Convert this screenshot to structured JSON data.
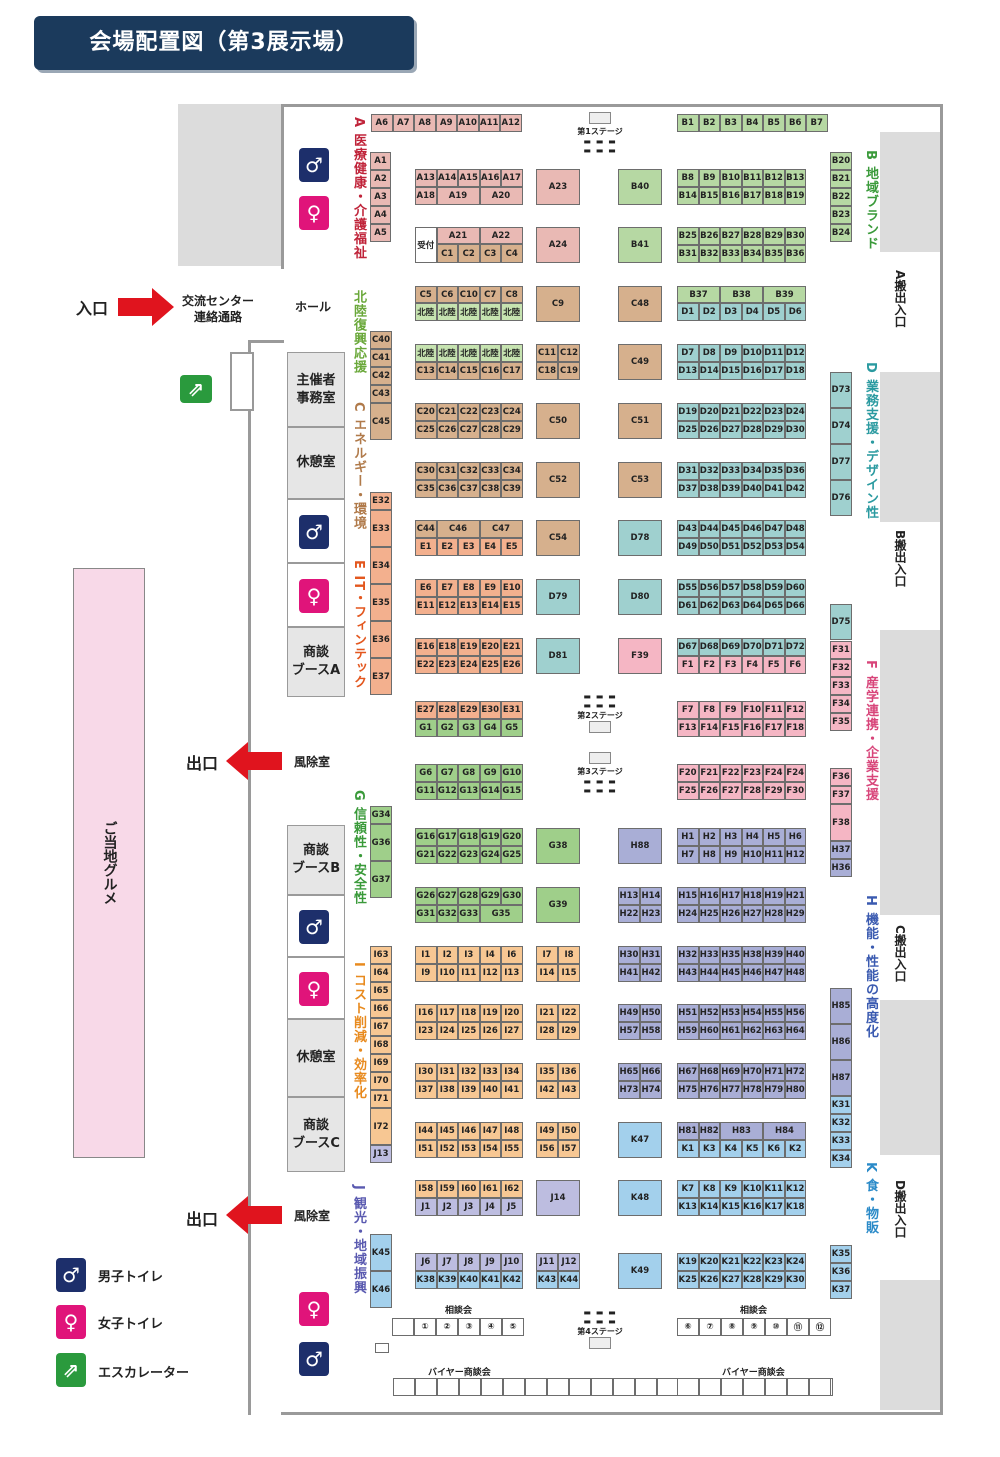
{
  "title": "会場配置図（第3展示場）",
  "colors": {
    "A": "#e9b9b4",
    "B": "#b6d8a3",
    "C": "#d6b08d",
    "D": "#9fd0cf",
    "E": "#f3b08e",
    "F": "#f5b6c4",
    "G": "#9fcf8a",
    "H": "#a9aed6",
    "I": "#f7c793",
    "J": "#bdbde0",
    "K": "#a3d0ec"
  },
  "zones": {
    "A": "A 医療健康・介護福祉",
    "B": "B 地域ブランド",
    "hokuriku": "北陸復興応援",
    "C": "C エネルギー・環境",
    "D": "D 業務支援・デザイン性",
    "E": "E IT・フィンテック",
    "F": "F 産学連携・企業支援",
    "G": "G 信頼性・安全性",
    "H": "H 機能・性能の高度化",
    "I": "I コスト削減・効率化",
    "J": "J 観光・地域振興",
    "K": "K 食・物販"
  },
  "gates": [
    "A搬出入口",
    "B搬出入口",
    "C搬出入口",
    "D搬出入口"
  ],
  "labels": {
    "entrance": "入口",
    "corridor": "交流センター\n連絡通路",
    "hall": "ホール",
    "exit1": "出口",
    "exit2": "出口",
    "windbreak1": "風除室",
    "windbreak2": "風除室",
    "gourmet": "ご当地グルメ",
    "organizer": "主催者\n事務室",
    "rest1": "休憩室",
    "rest2": "休憩室",
    "boothA": "商談\nブースA",
    "boothB": "商談\nブースB",
    "boothC": "商談\nブースC",
    "stage1": "第1ステージ",
    "stage2": "第2ステージ",
    "stage3": "第3ステージ",
    "stage4": "第4ステージ",
    "consult1": "相談会",
    "consult2": "相談会",
    "buyer1": "バイヤー商談会",
    "buyer2": "バイヤー商談会",
    "reception": "受付"
  },
  "consult_left": [
    "①",
    "②",
    "③",
    "④",
    "⑤"
  ],
  "consult_right": [
    "⑥",
    "⑦",
    "⑧",
    "⑨",
    "⑩",
    "⑪",
    "⑫"
  ],
  "legend": [
    {
      "icon": "man-toilet-icon",
      "label": "男子トイレ"
    },
    {
      "icon": "woman-toilet-icon",
      "label": "女子トイレ"
    },
    {
      "icon": "escalator-icon",
      "label": "エスカレーター"
    }
  ],
  "booths": [
    {
      "z": "A",
      "cells": [
        "A6",
        "A7",
        "A8",
        "A9",
        "A10",
        "A11",
        "A12"
      ],
      "row": 0
    },
    {
      "z": "B",
      "cells": [
        "B1",
        "B2",
        "B3",
        "B4",
        "B5",
        "B6",
        "B7"
      ],
      "row": 0
    }
  ]
}
